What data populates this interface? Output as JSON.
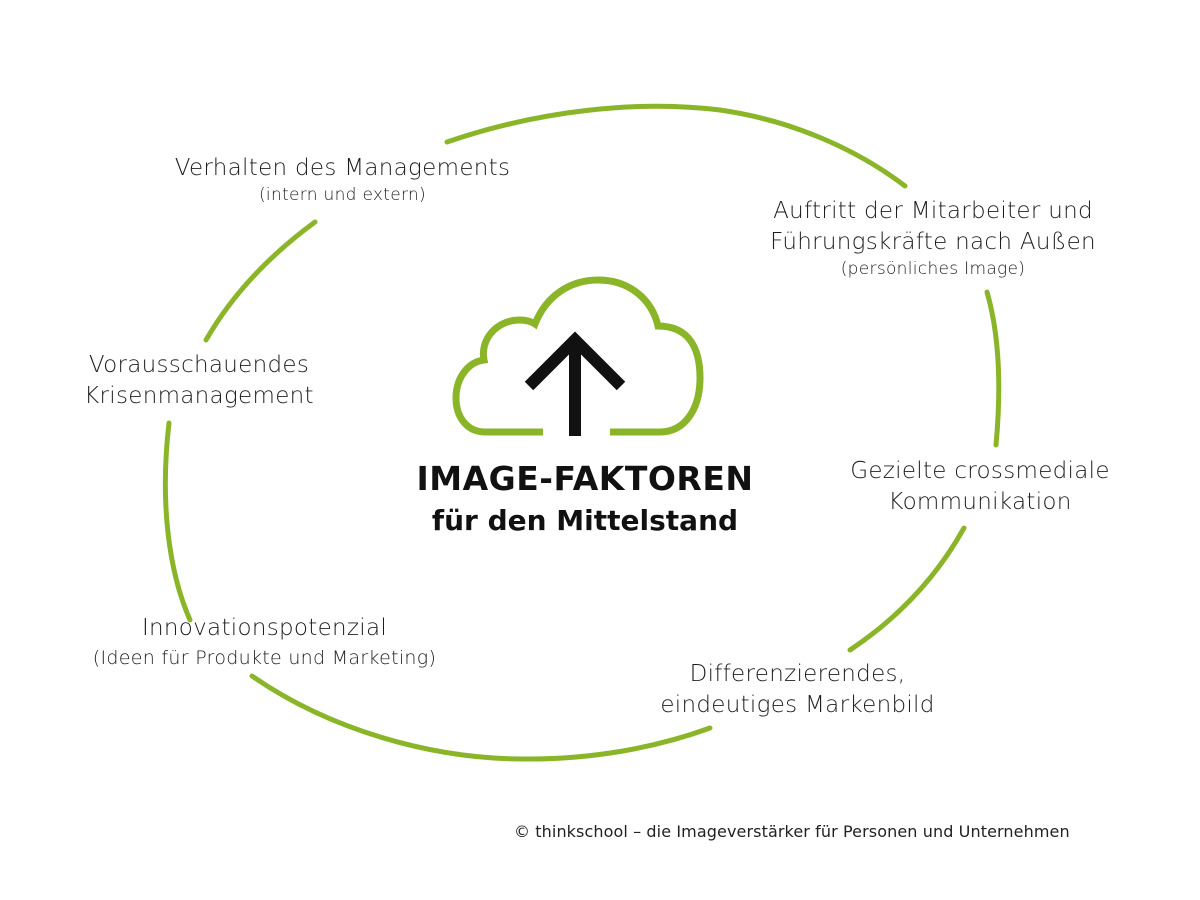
{
  "colors": {
    "accent_green": "#8bb528",
    "text": "#1d1d1d",
    "arrow": "#111111",
    "background": "#ffffff"
  },
  "center": {
    "icon": "cloud-upload-icon",
    "title": "IMAGE-FAKTOREN",
    "subtitle": "für den Mittelstand"
  },
  "factors": [
    {
      "id": "management",
      "title": "Verhalten des Managements",
      "subtitle": "(intern und extern)"
    },
    {
      "id": "employees",
      "title_lines": [
        "Auftritt der Mitarbeiter und",
        "Führungskräfte nach Außen"
      ],
      "subtitle": "(persönliches Image)"
    },
    {
      "id": "communication",
      "title_lines": [
        "Gezielte crossmediale",
        "Kommunikation"
      ]
    },
    {
      "id": "brand",
      "title_lines": [
        "Differenzierendes,",
        "eindeutiges Markenbild"
      ]
    },
    {
      "id": "innovation",
      "title": "Innovationspotenzial",
      "subtitle": "(Ideen für Produkte und Marketing)"
    },
    {
      "id": "crisis",
      "title_lines": [
        "Vorausschauendes",
        "Krisenmanagement"
      ]
    }
  ],
  "footer": {
    "text": "© thinkschool – die Imageverstärker für Personen und Unternehmen"
  }
}
